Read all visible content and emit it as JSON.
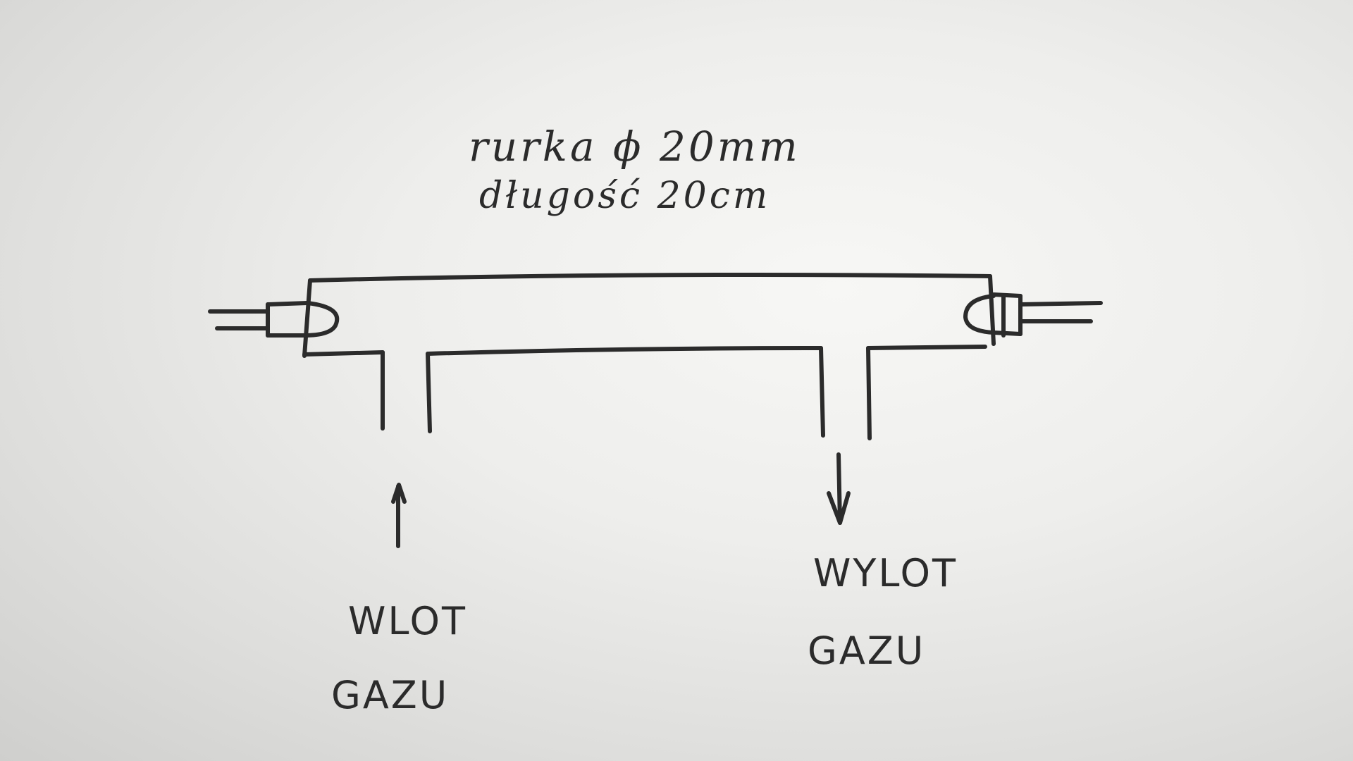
{
  "note": {
    "line1": "rurka ϕ 20mm",
    "line2": "długość 20cm"
  },
  "inlet": {
    "line1": "WLOT",
    "line2": "GAZU"
  },
  "outlet": {
    "line1": "WYLOT",
    "line2": "GAZU"
  },
  "colors": {
    "ink": "#2b2b2b",
    "paper": "#eeeeec"
  }
}
